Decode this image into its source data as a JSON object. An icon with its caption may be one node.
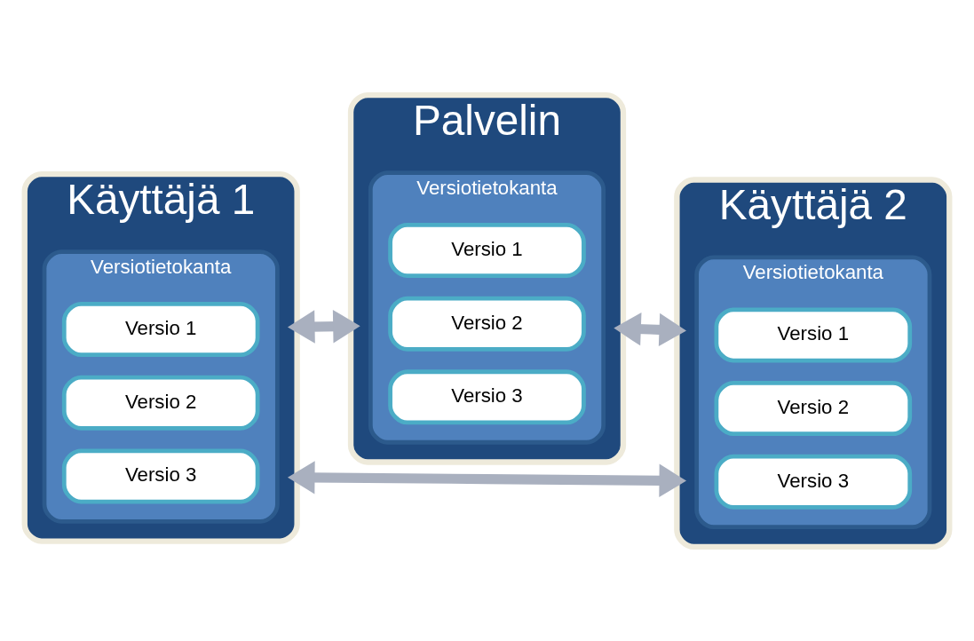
{
  "diagram": {
    "nodes": [
      {
        "text": [
          "Palvelin"
        ]
      },
      {
        "text": [
          "Versiotietokanta"
        ],
        "in": 0
      },
      {
        "text": [
          "Versio 1"
        ],
        "in": 1
      },
      {
        "text": [
          "Versio 2"
        ],
        "in": 1
      },
      {
        "text": [
          "Versio 3"
        ],
        "in": 1
      },
      {
        "text": [
          "Käyttäjä 1"
        ]
      },
      {
        "text": [
          "Versiotietokanta"
        ],
        "in": 5
      },
      {
        "text": [
          "Versio 1"
        ],
        "in": 6
      },
      {
        "text": [
          "Versio 2"
        ],
        "in": 6
      },
      {
        "text": [
          "Versio 3"
        ],
        "in": 6
      },
      {
        "text": [
          "Käyttäjä 2"
        ]
      },
      {
        "text": [
          "Versiotietokanta"
        ],
        "in": 10
      },
      {
        "text": [
          "Versio 1"
        ],
        "in": 11
      },
      {
        "text": [
          "Versio 2"
        ],
        "in": 11
      },
      {
        "text": [
          "Versio 3"
        ],
        "in": 11
      }
    ],
    "edges": [
      {
        "from": 5,
        "to": 0,
        "arrow": "both"
      },
      {
        "from": 0,
        "to": 10,
        "arrow": "both"
      },
      {
        "from": 5,
        "to": 10,
        "arrow": "both"
      }
    ]
  }
}
